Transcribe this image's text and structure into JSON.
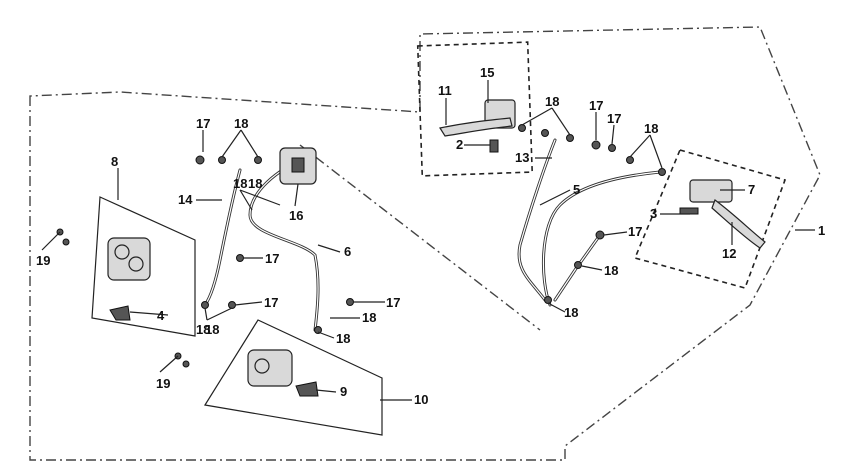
{
  "labels": {
    "p1": "1",
    "p2": "2",
    "p3": "3",
    "p4": "4",
    "p5": "5",
    "p6": "6",
    "p7": "7",
    "p8": "8",
    "p9": "9",
    "p10": "10",
    "p11": "11",
    "p12": "12",
    "p13": "13",
    "p14": "14",
    "p15": "15",
    "p16": "16",
    "n17a": "17",
    "n17b": "17",
    "n17c": "17",
    "n17d": "17",
    "n17e": "17",
    "n17f": "17",
    "n17g": "17",
    "n18a": "18",
    "n18b": "18",
    "n18c": "18",
    "n18d": "18",
    "n18e": "18",
    "n18f": "18",
    "n18g": "18",
    "n18h": "18",
    "n18i": "18",
    "n18j": "18",
    "n18k": "18",
    "n19a": "19",
    "n19b": "19"
  }
}
